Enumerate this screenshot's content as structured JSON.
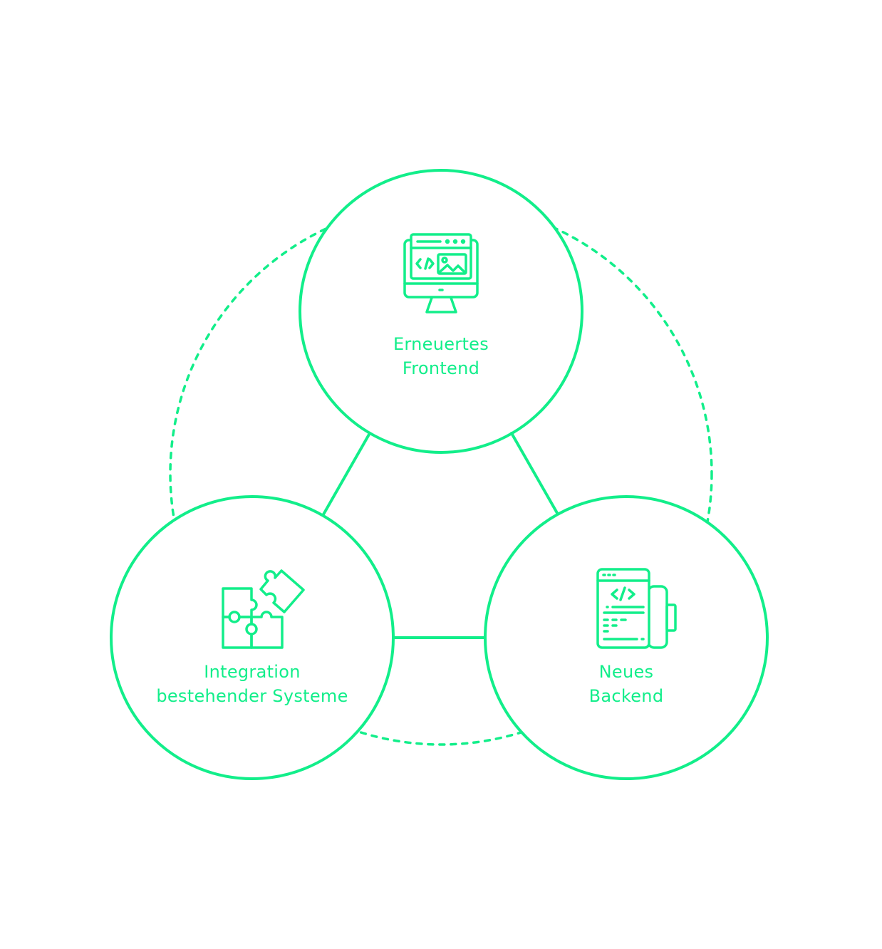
{
  "colors": {
    "accent": "#12EE8A",
    "background": "#ffffff"
  },
  "nodes": [
    {
      "id": "frontend",
      "icon": "monitor-code-icon",
      "line1": "Erneuertes",
      "line2": "Frontend"
    },
    {
      "id": "integration",
      "icon": "puzzle-icon",
      "line1": "Integration",
      "line2": "bestehender Systeme"
    },
    {
      "id": "backend",
      "icon": "code-document-icon",
      "line1": "Neues",
      "line2": "Backend"
    }
  ]
}
